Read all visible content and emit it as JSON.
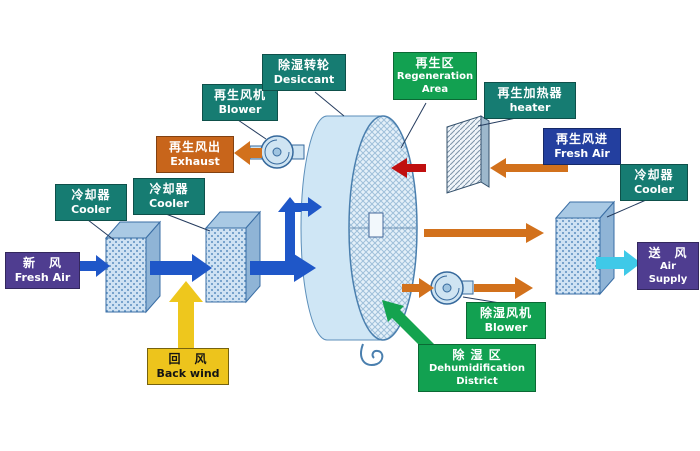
{
  "colors": {
    "label_teal": "#167c72",
    "label_purple": "#4f3d90",
    "label_green": "#12a151",
    "label_orange": "#c8651b",
    "label_blue": "#233f9f",
    "label_yellow": "#edc41c",
    "arrow_blue": "#1f57c8",
    "arrow_orange": "#d2711c",
    "arrow_yellow": "#eec71d",
    "arrow_cyan": "#3fc9e8",
    "arrow_red": "#c01010",
    "arrow_green": "#14a34f"
  },
  "labels": {
    "fresh_air_in": {
      "zh": "新　风",
      "en": "Fresh Air"
    },
    "cooler1": {
      "zh": "冷却器",
      "en": "Cooler"
    },
    "cooler2": {
      "zh": "冷却器",
      "en": "Cooler"
    },
    "back_wind": {
      "zh": "回　风",
      "en": "Back wind"
    },
    "regen_blower": {
      "zh": "再生风机",
      "en": "Blower"
    },
    "exhaust": {
      "zh": "再生风出",
      "en": "Exhaust"
    },
    "desiccant_wheel": {
      "zh": "除湿转轮",
      "en": "Desiccant"
    },
    "regen_area": {
      "zh": "再生区",
      "en": "Regeneration Area"
    },
    "heater": {
      "zh": "再生加热器",
      "en": "heater"
    },
    "regen_fresh_air": {
      "zh": "再生风进",
      "en": "Fresh Air"
    },
    "cooler3": {
      "zh": "冷却器",
      "en": "Cooler"
    },
    "air_supply": {
      "zh": "送　风",
      "en": "Air Supply"
    },
    "dehum_blower": {
      "zh": "除湿风机",
      "en": "Blower"
    },
    "dehum_district": {
      "zh": "除 湿 区",
      "en": "Dehumidification District"
    }
  }
}
